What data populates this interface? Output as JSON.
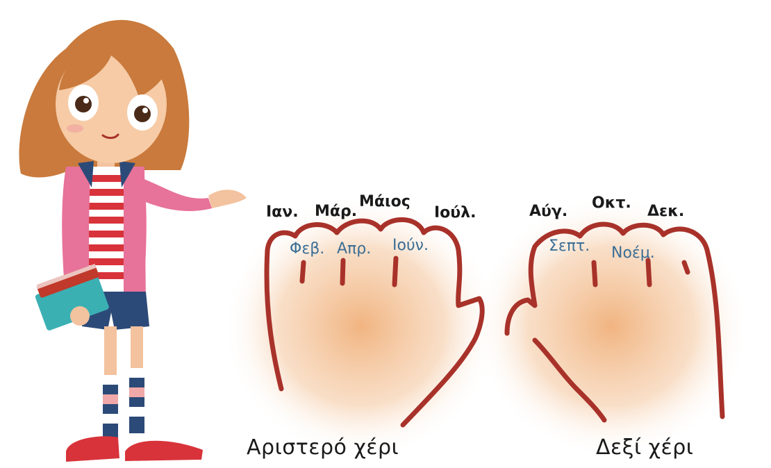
{
  "left_hand": {
    "knuckle_months": [
      "Ιαν.",
      "Μάρ.",
      "Μάιος",
      "Ιούλ."
    ],
    "valley_months": [
      "Φεβ.",
      "Απρ.",
      "Ιούν."
    ],
    "caption": "Αριστερό χέρι"
  },
  "right_hand": {
    "knuckle_months": [
      "Αύγ.",
      "Οκτ.",
      "Δεκ."
    ],
    "valley_months": [
      "Σεπτ.",
      "Νοέμ."
    ],
    "caption": "Δεξί χέρι"
  },
  "colors": {
    "hand_outline": "#a8322a",
    "hand_glow": "#f0b07a",
    "knuckle_text": "#1a1a1a",
    "valley_text": "#3a6d94",
    "girl_hair": "#c97a3c",
    "girl_jacket": "#e7729a",
    "girl_shirt_stripe": "#d8333a",
    "girl_shorts": "#2c4a78"
  }
}
